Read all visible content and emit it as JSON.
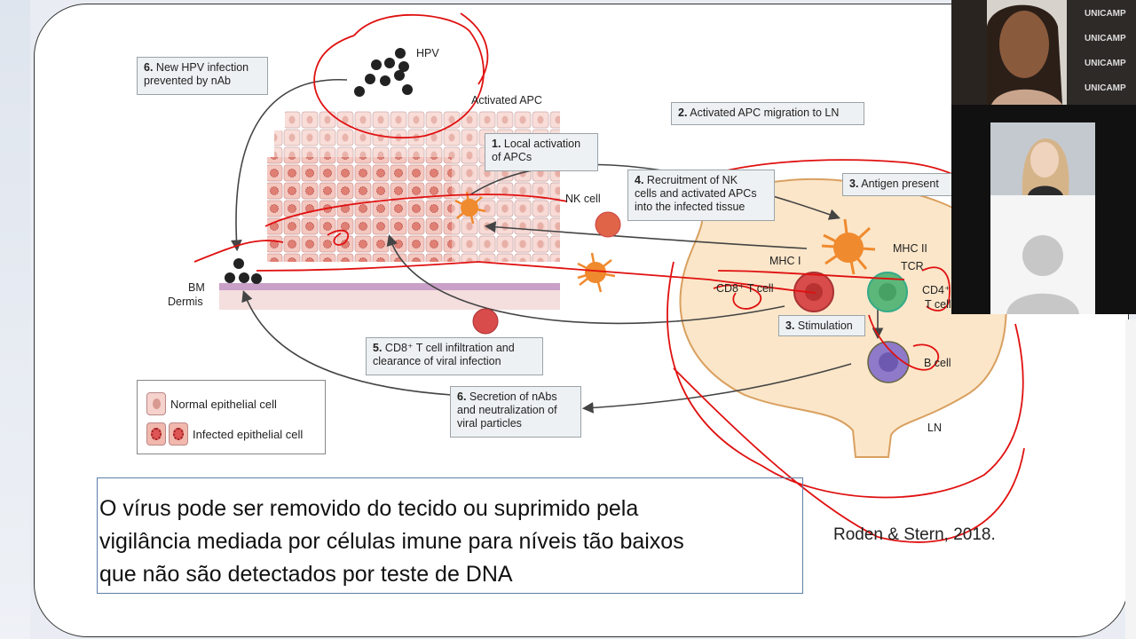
{
  "figure": {
    "labels": {
      "hpv": "HPV",
      "activated_apc": "Activated APC",
      "nk_cell": "NK cell",
      "bm": "BM",
      "dermis": "Dermis",
      "mhc_i": "MHC I",
      "mhc_ii": "MHC II",
      "tcr": "TCR",
      "cd8_t_cell": "CD8⁺ T cell",
      "cd4_t_cell_line1": "CD4⁺",
      "cd4_t_cell_line2": "T cell",
      "b_cell": "B cell",
      "ln": "LN"
    },
    "steps": {
      "step6a_num": "6.",
      "step6a_text_1": "New HPV infection",
      "step6a_text_2": "prevented by nAb",
      "step1_num": "1.",
      "step1_text_1": "Local activation",
      "step1_text_2": "of APCs",
      "step2_num": "2.",
      "step2_text": "Activated APC migration to LN",
      "step3_num": "3.",
      "step3_text": "Antigen present",
      "step4_num": "4.",
      "step4_text_1": "Recruitment of NK",
      "step4_text_2": "cells and activated APCs",
      "step4_text_3": "into the infected tissue",
      "step3b_num": "3.",
      "step3b_text": "Stimulation",
      "step5_num": "5.",
      "step5_text_1": "CD8⁺ T cell infiltration and",
      "step5_text_2": "clearance of viral infection",
      "step6b_num": "6.",
      "step6b_text_1": "Secretion of nAbs",
      "step6b_text_2": "and neutralization of",
      "step6b_text_3": "viral particles"
    },
    "legend": {
      "normal": "Normal epithelial cell",
      "infected": "Infected epithelial cell"
    }
  },
  "caption": {
    "line1": "O vírus pode ser removido do tecido ou suprimido pela",
    "line2": "vigilância mediada por células imune para níveis tão baixos",
    "line3": "que não são detectados por teste de DNA"
  },
  "citation": "Roden & Stern, 2018.",
  "video": {
    "watermark": "UNICAMP"
  },
  "colors": {
    "annotation": "#e01010",
    "epithelium_normal": "#f6d2cc",
    "epithelium_infected": "#f1b8ad",
    "lymph_node": "#fbe6c9",
    "apc": "#f08a2e",
    "cd8": "#d94c4c",
    "cd4": "#5cb87a",
    "bcell": "#8f79c9"
  }
}
